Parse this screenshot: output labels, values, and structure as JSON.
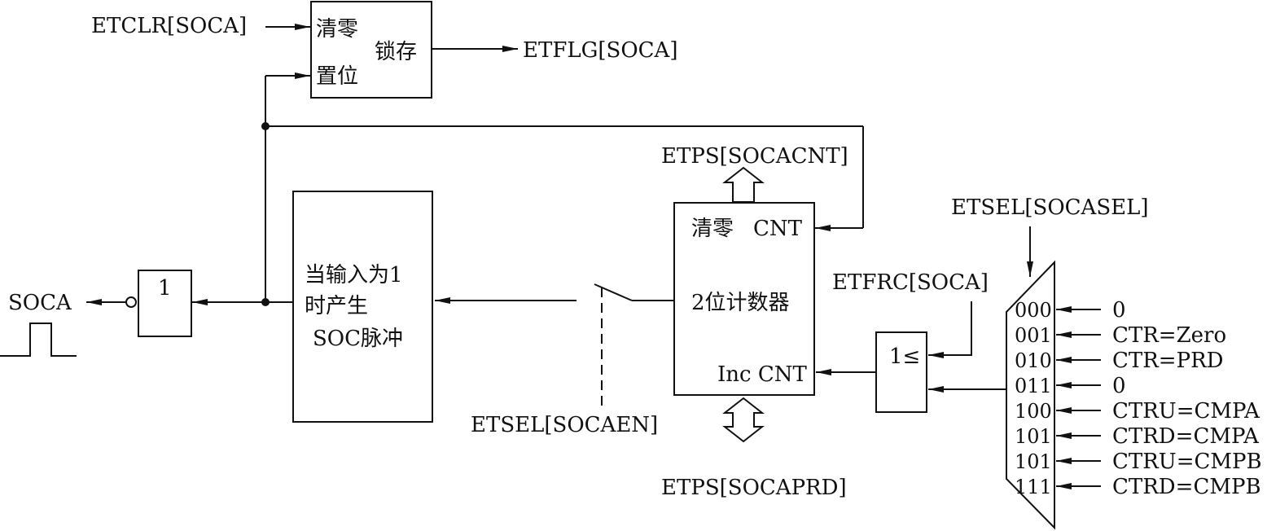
{
  "signals": {
    "etclr": "ETCLR[SOCA]",
    "etflg": "ETFLG[SOCA]",
    "socacnt": "ETPS[SOCACNT]",
    "socasel": "ETSEL[SOCASEL]",
    "etfrc": "ETFRC[SOCA]",
    "socaen": "ETSEL[SOCAEN]",
    "socaprd": "ETPS[SOCAPRD]",
    "soca": "SOCA"
  },
  "latch": {
    "clear": "清零",
    "set": "置位",
    "latch": "锁存"
  },
  "pulse_gen": {
    "line1": "当输入为1",
    "line2": "时产生",
    "line3": "SOC脉冲"
  },
  "not_gate": {
    "label": "1"
  },
  "or_gate": {
    "label": "1≤"
  },
  "counter": {
    "clear": "清零",
    "cnt_top": "CNT",
    "title": "2位计数器",
    "inc": "Inc CNT"
  },
  "mux": {
    "codes": [
      "000",
      "001",
      "010",
      "011",
      "100",
      "101",
      "101",
      "111"
    ],
    "inputs": [
      "0",
      "CTR=Zero",
      "CTR=PRD",
      "0",
      "CTRU=CMPA",
      "CTRD=CMPA",
      "CTRU=CMPB",
      "CTRD=CMPB"
    ]
  }
}
